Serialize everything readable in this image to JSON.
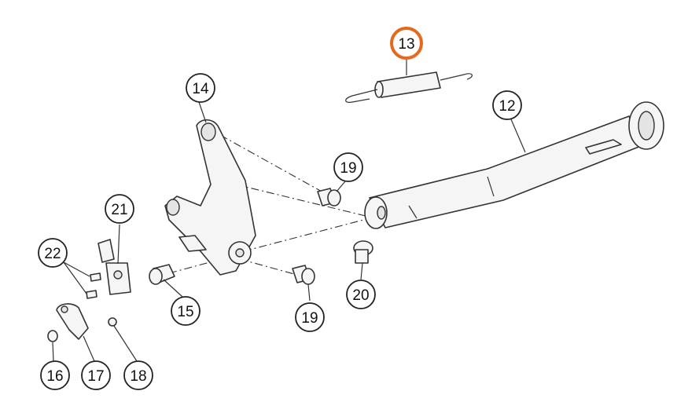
{
  "highlight_color": "#e36a1c",
  "callouts": {
    "c12": "12",
    "c13": "13",
    "c14": "14",
    "c15": "15",
    "c16": "16",
    "c17": "17",
    "c18": "18",
    "c19a": "19",
    "c19b": "19",
    "c20": "20",
    "c21": "21",
    "c22": "22"
  },
  "highlighted": "13"
}
